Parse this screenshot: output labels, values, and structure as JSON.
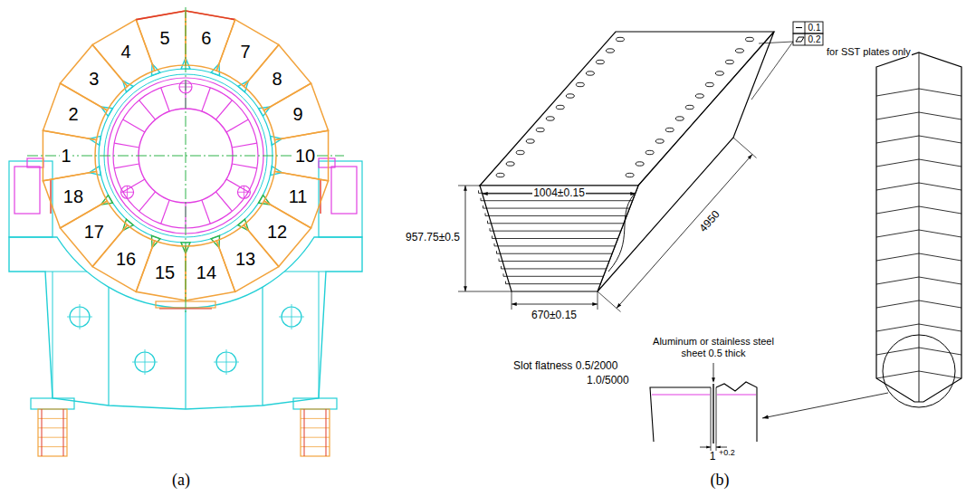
{
  "diagram": {
    "labels": [
      "1",
      "2",
      "3",
      "4",
      "5",
      "6",
      "7",
      "8",
      "9",
      "10",
      "11",
      "12",
      "13",
      "14",
      "15",
      "16",
      "17",
      "18",
      "(a)",
      "1004±0.15",
      "957.75±0.5",
      "670±0.15",
      "4950",
      "0.1",
      "0.2",
      "for SST plates only",
      "Aluminum or stainless steel sheet 0.5 thick",
      "Slot flatness 0.5/2000",
      "1.0/5000",
      "1",
      "+0.2",
      "(b)"
    ]
  }
}
